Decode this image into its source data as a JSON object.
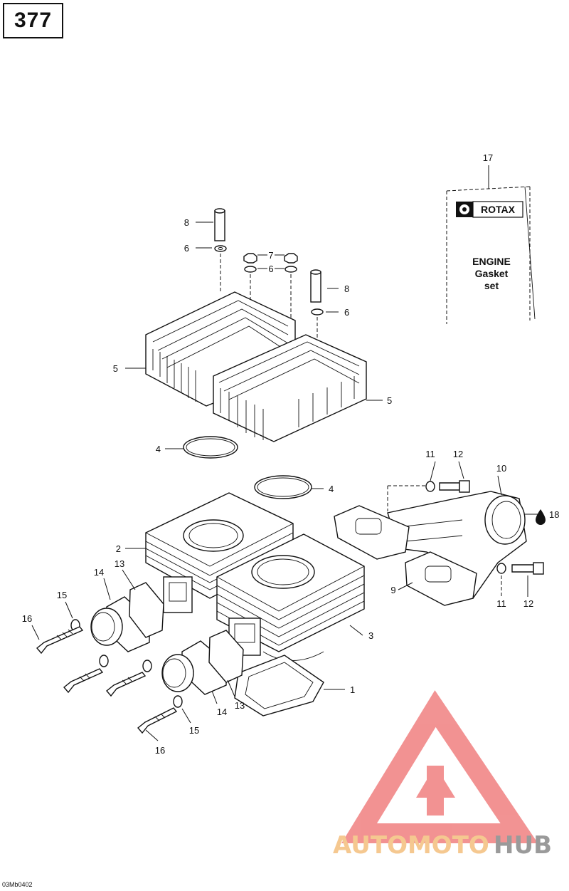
{
  "page_number": "377",
  "drawing_code": "03Mb0402",
  "gasket_set": {
    "brand": "ROTAX",
    "lines": [
      "ENGINE",
      "Gasket",
      "set"
    ]
  },
  "callouts": {
    "c1": "1",
    "c2": "2",
    "c3": "3",
    "c4a": "4",
    "c4b": "4",
    "c5a": "5",
    "c5b": "5",
    "c6a": "6",
    "c6b": "6",
    "c6c": "6",
    "c7": "7",
    "c8a": "8",
    "c8b": "8",
    "c9": "9",
    "c10": "10",
    "c11a": "11",
    "c11b": "11",
    "c12a": "12",
    "c12b": "12",
    "c13a": "13",
    "c13b": "13",
    "c14a": "14",
    "c14b": "14",
    "c15a": "15",
    "c15b": "15",
    "c16a": "16",
    "c16b": "16",
    "c17": "17",
    "c18": "18"
  },
  "watermark": {
    "part1": "AUTOMOTO",
    "part2": "HUB",
    "colors": {
      "triangle": "#f08080",
      "text1": "#f5c890",
      "text2": "#9a9a9a"
    }
  }
}
